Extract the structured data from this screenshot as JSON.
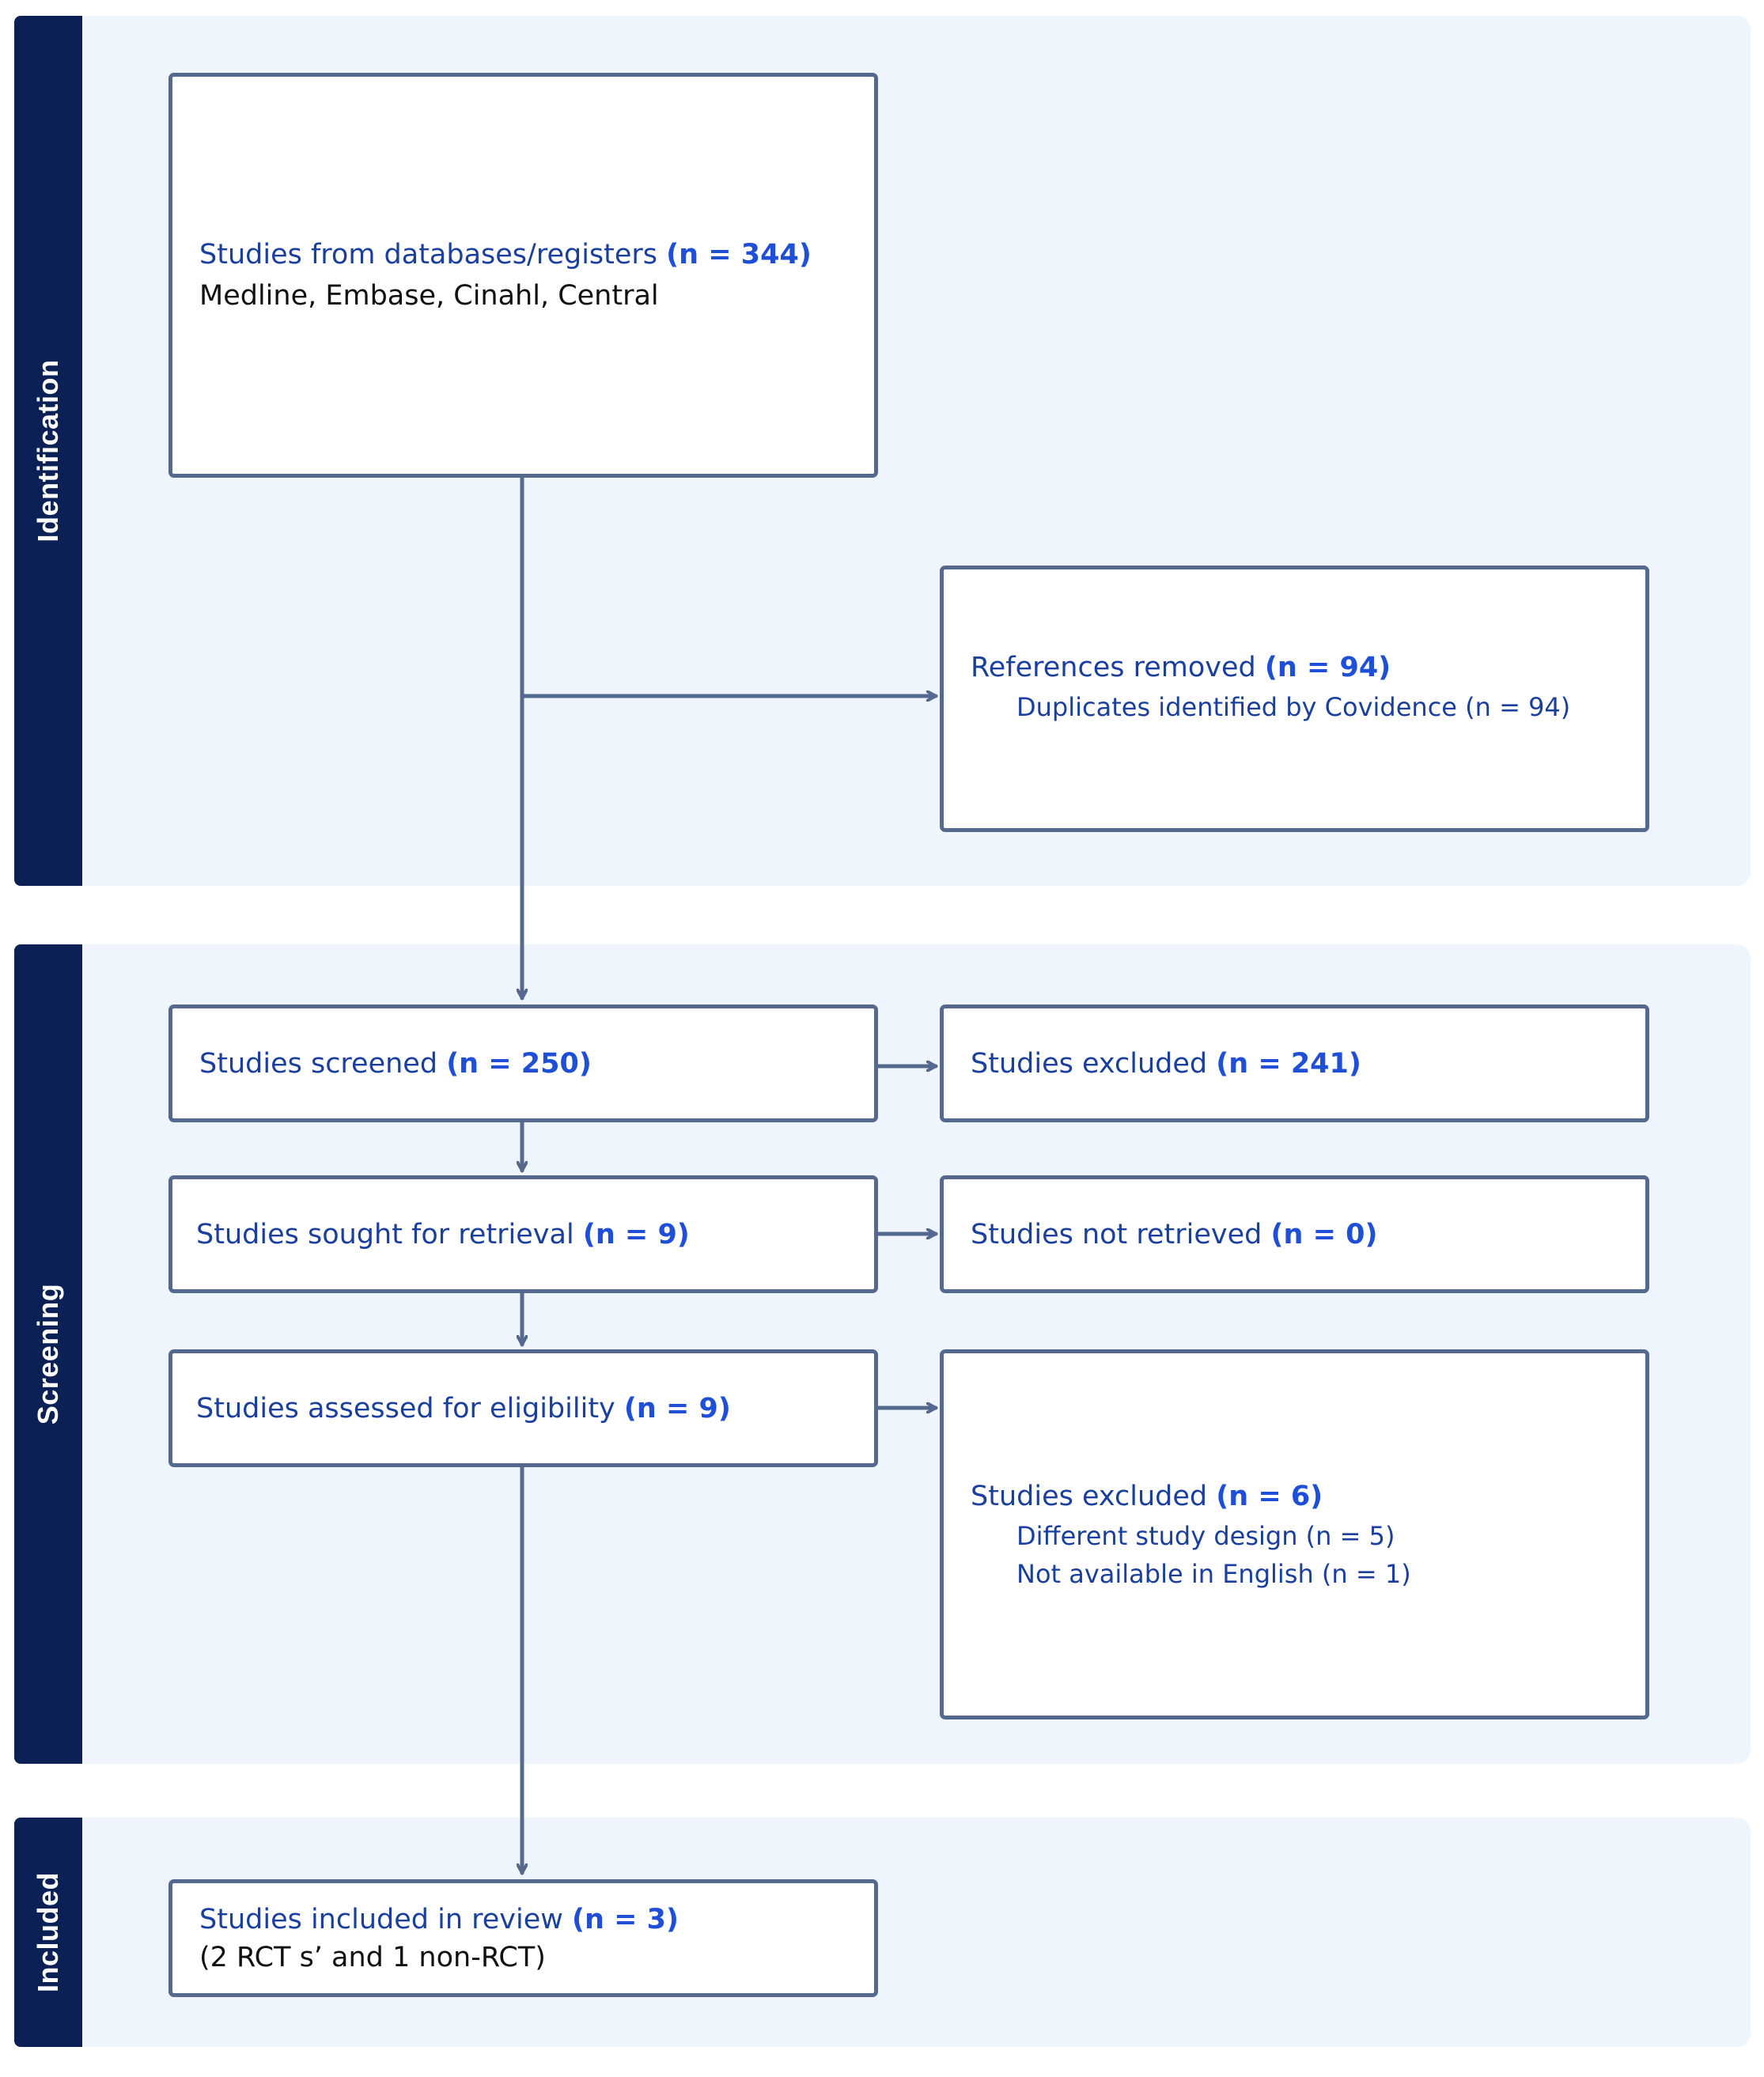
{
  "stages": {
    "identification": "Identification",
    "screening": "Screening",
    "included": "Included"
  },
  "colors": {
    "stage_bar": "#0b2156",
    "panel_bg": "#eef5fd",
    "box_border": "#55698f",
    "label_text": "#1a3f9c",
    "count_text": "#1f4fd6",
    "arrow": "#55698f"
  },
  "boxes": {
    "databases": {
      "label": "Studies from databases/registers ",
      "count": "(n = 344)",
      "detail": "Medline, Embase, Cinahl, Central"
    },
    "removed": {
      "label": "References removed ",
      "count": "(n = 94)",
      "detail": "Duplicates identified by Covidence (n = 94)"
    },
    "screened": {
      "label": "Studies screened ",
      "count": "(n = 250)"
    },
    "excluded_screen": {
      "label": "Studies excluded ",
      "count": "(n = 241)"
    },
    "retrieval": {
      "label": "Studies sought for retrieval ",
      "count": "(n = 9)"
    },
    "not_retrieved": {
      "label": "Studies not retrieved ",
      "count": "(n = 0)"
    },
    "eligibility": {
      "label": "Studies assessed for eligibility ",
      "count": "(n = 9)"
    },
    "excluded_full": {
      "label": "Studies excluded ",
      "count": "(n = 6)",
      "reasons": [
        "Different study design (n = 5)",
        "Not available in English (n = 1)"
      ]
    },
    "included": {
      "label": "Studies included in review ",
      "count": "(n = 3)",
      "detail": "(2 RCT s’ and 1 non-RCT)"
    }
  }
}
